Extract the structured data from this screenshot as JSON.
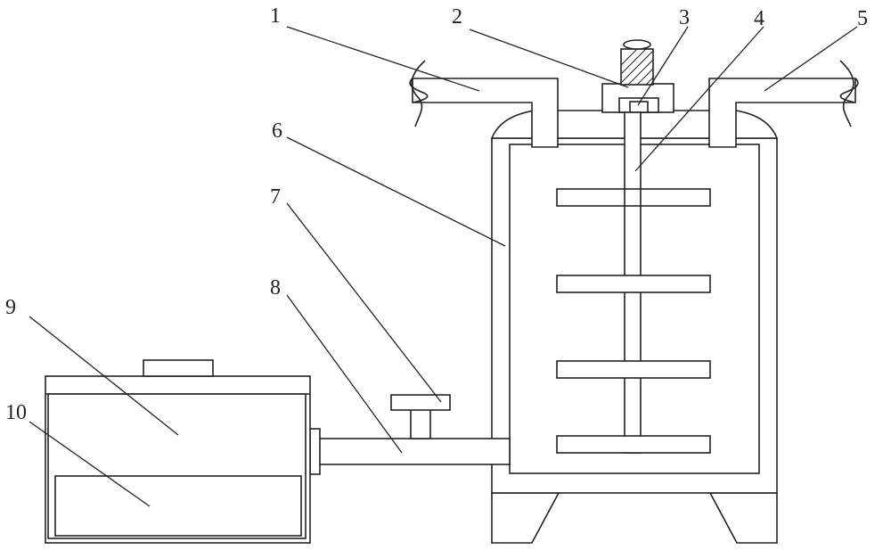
{
  "labels": {
    "l1": "1",
    "l2": "2",
    "l3": "3",
    "l4": "4",
    "l5": "5",
    "l6": "6",
    "l7": "7",
    "l8": "8",
    "l9": "9",
    "l10": "10"
  },
  "colors": {
    "line": "#222222",
    "background": "#ffffff"
  }
}
